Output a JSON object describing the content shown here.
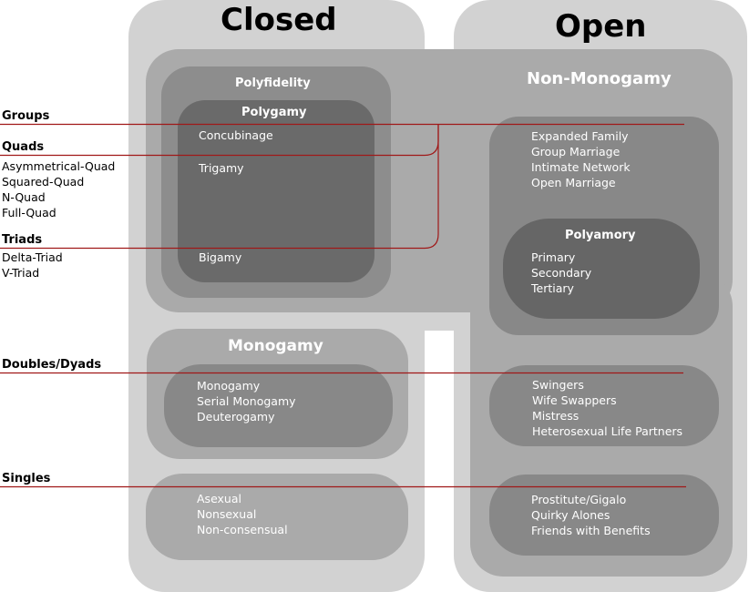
{
  "columns": {
    "closed": "Closed",
    "open": "Open"
  },
  "titles": {
    "polyfidelity": "Polyfidelity",
    "polygamy": "Polygamy",
    "non_monogamy": "Non-Monogamy",
    "polyamory": "Polyamory",
    "monogamy": "Monogamy"
  },
  "polygamy_items": {
    "concubinage": "Concubinage",
    "trigamy": "Trigamy",
    "bigamy": "Bigamy"
  },
  "non_monogamy_items": [
    "Expanded Family",
    "Group Marriage",
    "Intimate Network",
    "Open Marriage"
  ],
  "polyamory_items": [
    "Primary",
    "Secondary",
    "Tertiary"
  ],
  "monogamy_items": [
    "Monogamy",
    "Serial Monogamy",
    "Deuterogamy"
  ],
  "open_doubles_items": [
    "Swingers",
    "Wife Swappers",
    "Mistress",
    "Heterosexual Life Partners"
  ],
  "closed_singles_items": [
    "Asexual",
    "Nonsexual",
    "Non-consensual"
  ],
  "open_singles_items": [
    "Prostitute/Gigalo",
    "Quirky Alones",
    "Friends with Benefits"
  ],
  "left_labels": {
    "groups": "Groups",
    "quads": "Quads",
    "quad_items": [
      "Asymmetrical-Quad",
      "Squared-Quad",
      "N-Quad",
      "Full-Quad"
    ],
    "triads": "Triads",
    "triad_items": [
      "Delta-Triad",
      "V-Triad"
    ],
    "doubles": "Doubles/Dyads",
    "singles": "Singles"
  },
  "colors": {
    "line": "#a01818",
    "outer": "#d0d0d0",
    "mid": "#a9a9a9",
    "inner": "#888888",
    "innermost": "#666666"
  }
}
